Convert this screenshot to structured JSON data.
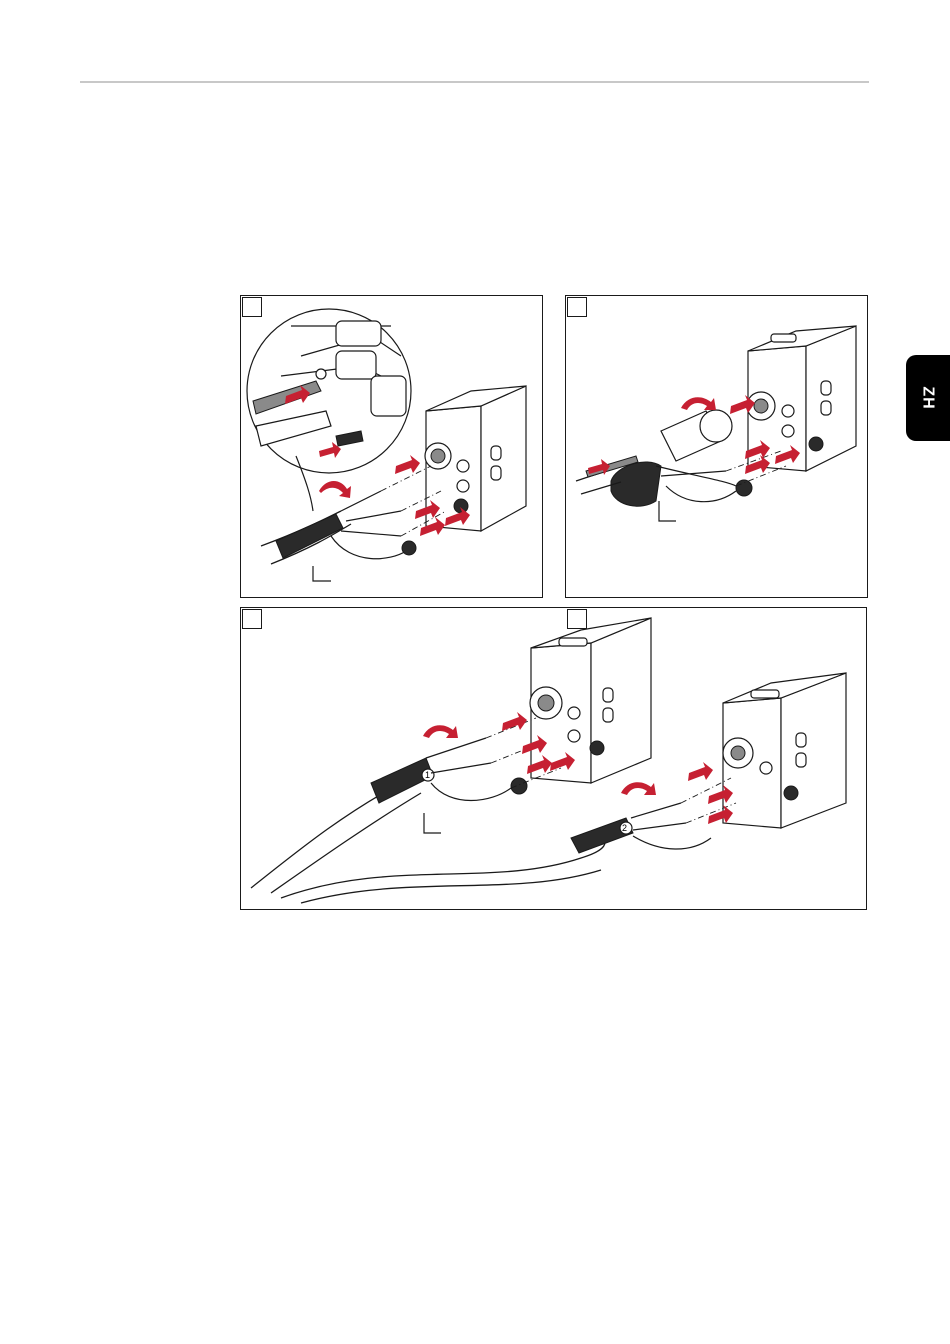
{
  "language_tab": {
    "label": "ZH"
  },
  "colors": {
    "arrow": "#c62032",
    "tab_background": "#000000",
    "rule": "#c8c8c8"
  },
  "figures": [
    {
      "name": "step-1-panel"
    },
    {
      "name": "step-2-panel"
    },
    {
      "name": "step-3-panel"
    }
  ],
  "callouts": {
    "hose_1": "1",
    "hose_2": "2"
  }
}
